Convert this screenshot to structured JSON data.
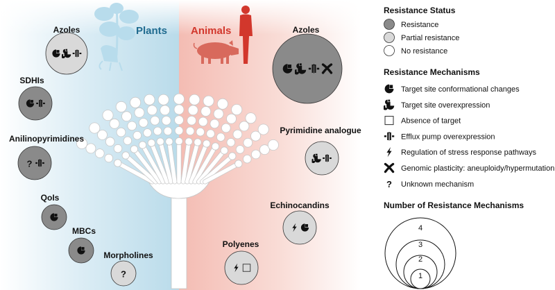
{
  "kingdoms": {
    "plants": "Plants",
    "animals": "Animals"
  },
  "colors": {
    "plants": "#1f6b8f",
    "animals": "#d2372c",
    "resistance": "#8a8a8a",
    "partial": "#d9d9d9",
    "none": "#ffffff"
  },
  "fungicide_classes": [
    {
      "label": "Azoles",
      "status": "partial",
      "mechanisms": [
        "Target site conformational changes",
        "Target site overexpression",
        "Efflux pump overexpression"
      ]
    },
    {
      "label": "SDHIs",
      "status": "resistance",
      "mechanisms": [
        "Target site conformational changes",
        "Efflux pump overexpression"
      ]
    },
    {
      "label": "Anilinopyrimidines",
      "status": "resistance",
      "mechanisms": [
        "Unknown mechanism",
        "Efflux pump overexpression"
      ]
    },
    {
      "label": "QoIs",
      "status": "resistance",
      "mechanisms": [
        "Target site conformational changes"
      ]
    },
    {
      "label": "MBCs",
      "status": "resistance",
      "mechanisms": [
        "Target site conformational changes"
      ]
    },
    {
      "label": "Morpholines",
      "status": "partial",
      "mechanisms": [
        "Unknown mechanism"
      ]
    }
  ],
  "antifungal_classes": [
    {
      "label": "Azoles",
      "status": "resistance",
      "mechanisms": [
        "Target site conformational changes",
        "Target site overexpression",
        "Efflux pump overexpression",
        "Genomic plasticity: aneuploidy/hypermutation"
      ]
    },
    {
      "label": "Pyrimidine analogue",
      "status": "partial",
      "mechanisms": [
        "Target site overexpression",
        "Efflux pump overexpression"
      ]
    },
    {
      "label": "Echinocandins",
      "status": "partial",
      "mechanisms": [
        "Regulation of stress response pathways",
        "Target site conformational changes"
      ]
    },
    {
      "label": "Polyenes",
      "status": "partial",
      "mechanisms": [
        "Regulation of stress response pathways",
        "Absence of target"
      ]
    }
  ],
  "legend": {
    "status_title": "Resistance Status",
    "status_items": [
      {
        "label": "Resistance",
        "status": "resistance"
      },
      {
        "label": "Partial resistance",
        "status": "partial"
      },
      {
        "label": "No resistance",
        "status": "none"
      }
    ],
    "mechanisms_title": "Resistance Mechanisms",
    "mechanism_items": [
      {
        "label": "Target site conformational changes",
        "icon": "conformation-icon"
      },
      {
        "label": "Target site overexpression",
        "icon": "overexpression-icon"
      },
      {
        "label": "Absence of target",
        "icon": "absence-icon"
      },
      {
        "label": "Efflux pump overexpression",
        "icon": "efflux-pump-icon"
      },
      {
        "label": "Regulation of stress response pathways",
        "icon": "stress-bolt-icon"
      },
      {
        "label": "Genomic plasticity: aneuploidy/hypermutation",
        "icon": "chromosome-icon"
      },
      {
        "label": "Unknown mechanism",
        "icon": "question-icon",
        "glyph": "?"
      }
    ],
    "count_title": "Number of Resistance Mechanisms",
    "count_numbers": [
      "4",
      "3",
      "2",
      "1"
    ]
  }
}
